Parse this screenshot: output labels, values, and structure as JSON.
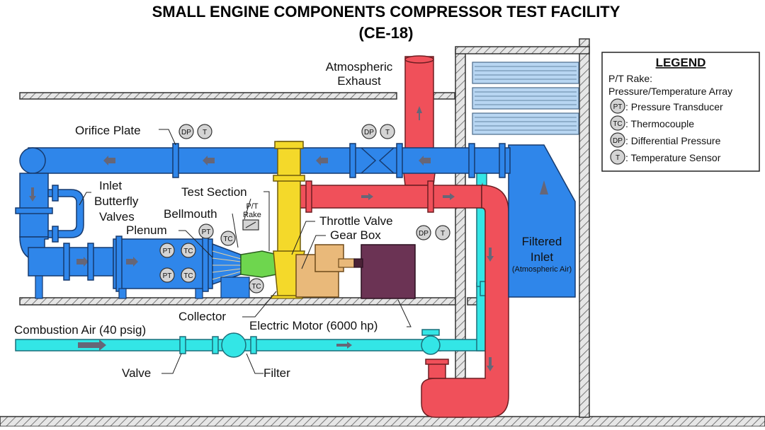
{
  "title": {
    "line1": "SMALL ENGINE COMPONENTS COMPRESSOR TEST FACILITY",
    "line2": "(CE-18)"
  },
  "legend": {
    "heading": "LEGEND",
    "rake_line1": "P/T Rake:",
    "rake_line2": "Pressure/Temperature Array",
    "items": [
      {
        "symbol": "PT",
        "text": ": Pressure Transducer"
      },
      {
        "symbol": "TC",
        "text": ": Thermocouple"
      },
      {
        "symbol": "DP",
        "text": ": Differential Pressure"
      },
      {
        "symbol": "T",
        "text": ": Temperature Sensor"
      }
    ]
  },
  "labels": {
    "atmospheric_exhaust_1": "Atmospheric",
    "atmospheric_exhaust_2": "Exhaust",
    "orifice_plate": "Orifice Plate",
    "inlet_butterfly_1": "Inlet",
    "inlet_butterfly_2": "Butterfly",
    "inlet_butterfly_3": "Valves",
    "test_section": "Test Section",
    "bellmouth": "Bellmouth",
    "pt_rake_1": "P/T",
    "pt_rake_2": "Rake",
    "plenum": "Plenum",
    "throttle_valve": "Throttle Valve",
    "gear_box": "Gear Box",
    "filtered_inlet_1": "Filtered",
    "filtered_inlet_2": "Inlet",
    "filtered_inlet_3": "(Atmospheric Air)",
    "collector": "Collector",
    "electric_motor": "Electric Motor (6000 hp)",
    "combustion_air": "Combustion Air (40 psig)",
    "valve": "Valve",
    "filter": "Filter"
  },
  "instruments": {
    "pt": "PT",
    "tc": "TC",
    "dp": "DP",
    "t": "T"
  },
  "colors": {
    "blue_duct": "#2f86ea",
    "red_duct": "#f0505a",
    "cyan_line": "#33e6e6",
    "yellow_collector": "#f4d92a",
    "green_section": "#6ed64e",
    "gearbox_tan": "#e9b97a",
    "motor_purple": "#6b3354",
    "vent_blue": "#b8d6f2",
    "instrument_gray": "#d4d4d4"
  }
}
